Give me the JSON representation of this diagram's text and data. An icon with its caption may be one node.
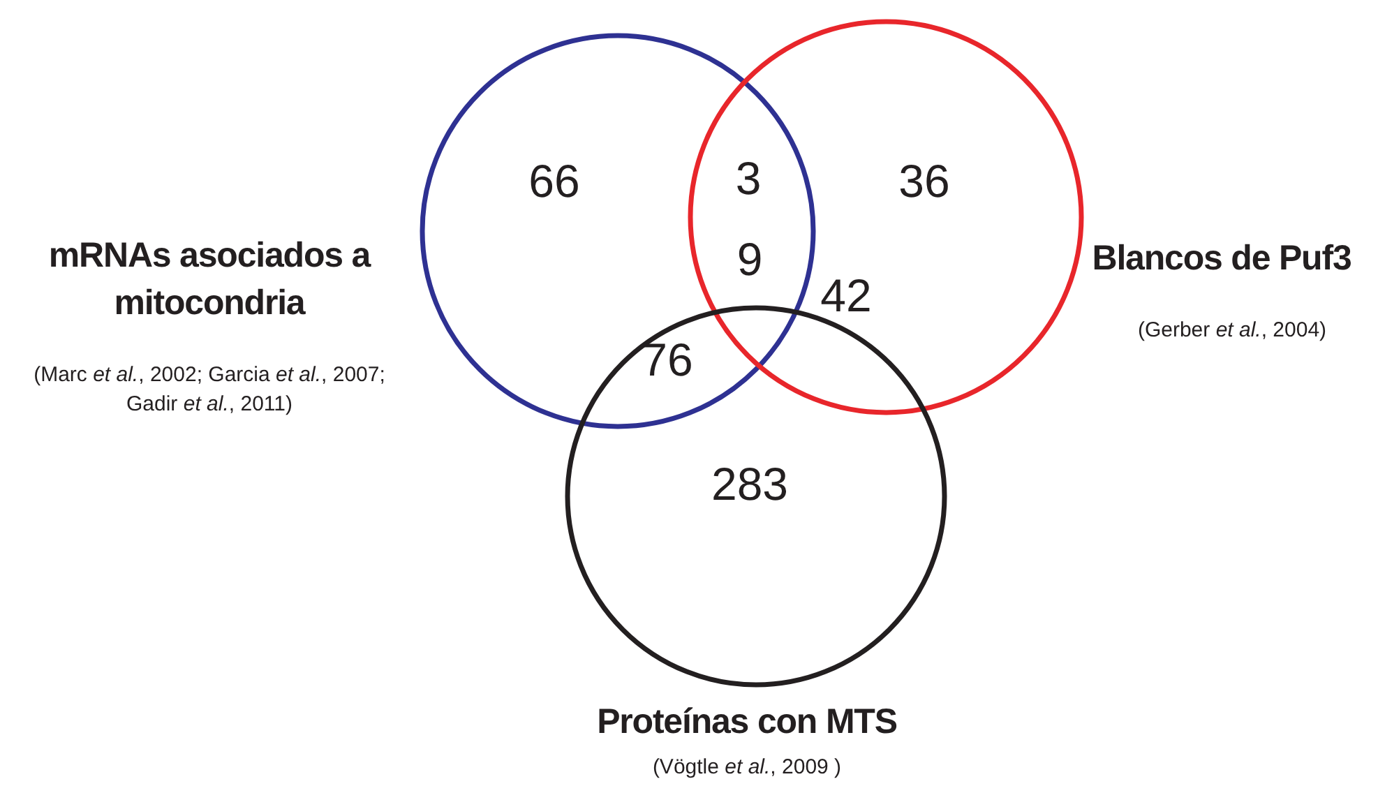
{
  "diagram": {
    "nodes": [
      {
        "text": [
          "mRNAs asociados a mitocondria",
          "(Marc *et al.*, 2002; Garcia *et al.*, 2007; Gadir *et al.*, 2011)"
        ]
      },
      {
        "text": [
          "Blancos de Puf3",
          "(Gerber *et al.*, 2004)"
        ]
      },
      {
        "text": [
          "Proteínas con MTS",
          "(Vögtle *et al.*, 2009 )"
        ]
      }
    ],
    "edges": [],
    "labels": [
      "66",
      "3",
      "36",
      "9",
      "76",
      "42",
      "283"
    ]
  }
}
